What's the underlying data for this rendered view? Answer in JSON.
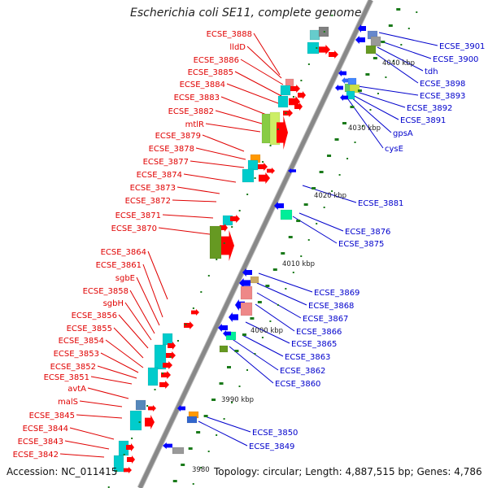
{
  "title": "Escherichia coli SE11, complete genome",
  "footer": {
    "accession": "Accession: NC_011415",
    "topology": "Topology: circular; Length: 4,887,515 bp; Genes: 4,786"
  },
  "colors": {
    "left_label": "#e00000",
    "right_label": "#0000cc",
    "forward_gene": "#ff0000",
    "reverse_gene": "#0000ff",
    "backbone": "#888888",
    "tick": "#1a7a1a"
  },
  "ruler_ticks": [
    "4040 kbp",
    "4030 kbp",
    "4020 kbp",
    "4010 kbp",
    "4000 kbp",
    "3990 kbp",
    "3980"
  ],
  "left_labels": [
    "ECSE_3888",
    "lldD",
    "ECSE_3886",
    "ECSE_3885",
    "ECSE_3884",
    "ECSE_3883",
    "ECSE_3882",
    "mtlR",
    "ECSE_3879",
    "ECSE_3878",
    "ECSE_3877",
    "ECSE_3874",
    "ECSE_3873",
    "ECSE_3872",
    "ECSE_3871",
    "ECSE_3870",
    "ECSE_3864",
    "ECSE_3861",
    "sgbE",
    "ECSE_3858",
    "sgbH",
    "ECSE_3856",
    "ECSE_3855",
    "ECSE_3854",
    "ECSE_3853",
    "ECSE_3852",
    "ECSE_3851",
    "avtA",
    "malS",
    "ECSE_3845",
    "ECSE_3844",
    "ECSE_3843",
    "ECSE_3842"
  ],
  "right_labels": [
    "ECSE_3901",
    "ECSE_3900",
    "tdh",
    "ECSE_3898",
    "ECSE_3893",
    "ECSE_3892",
    "ECSE_3891",
    "gpsA",
    "cysE",
    "ECSE_3881",
    "ECSE_3876",
    "ECSE_3875",
    "ECSE_3869",
    "ECSE_3868",
    "ECSE_3867",
    "ECSE_3866",
    "ECSE_3865",
    "ECSE_3863",
    "ECSE_3862",
    "ECSE_3860",
    "ECSE_3850",
    "ECSE_3849"
  ]
}
